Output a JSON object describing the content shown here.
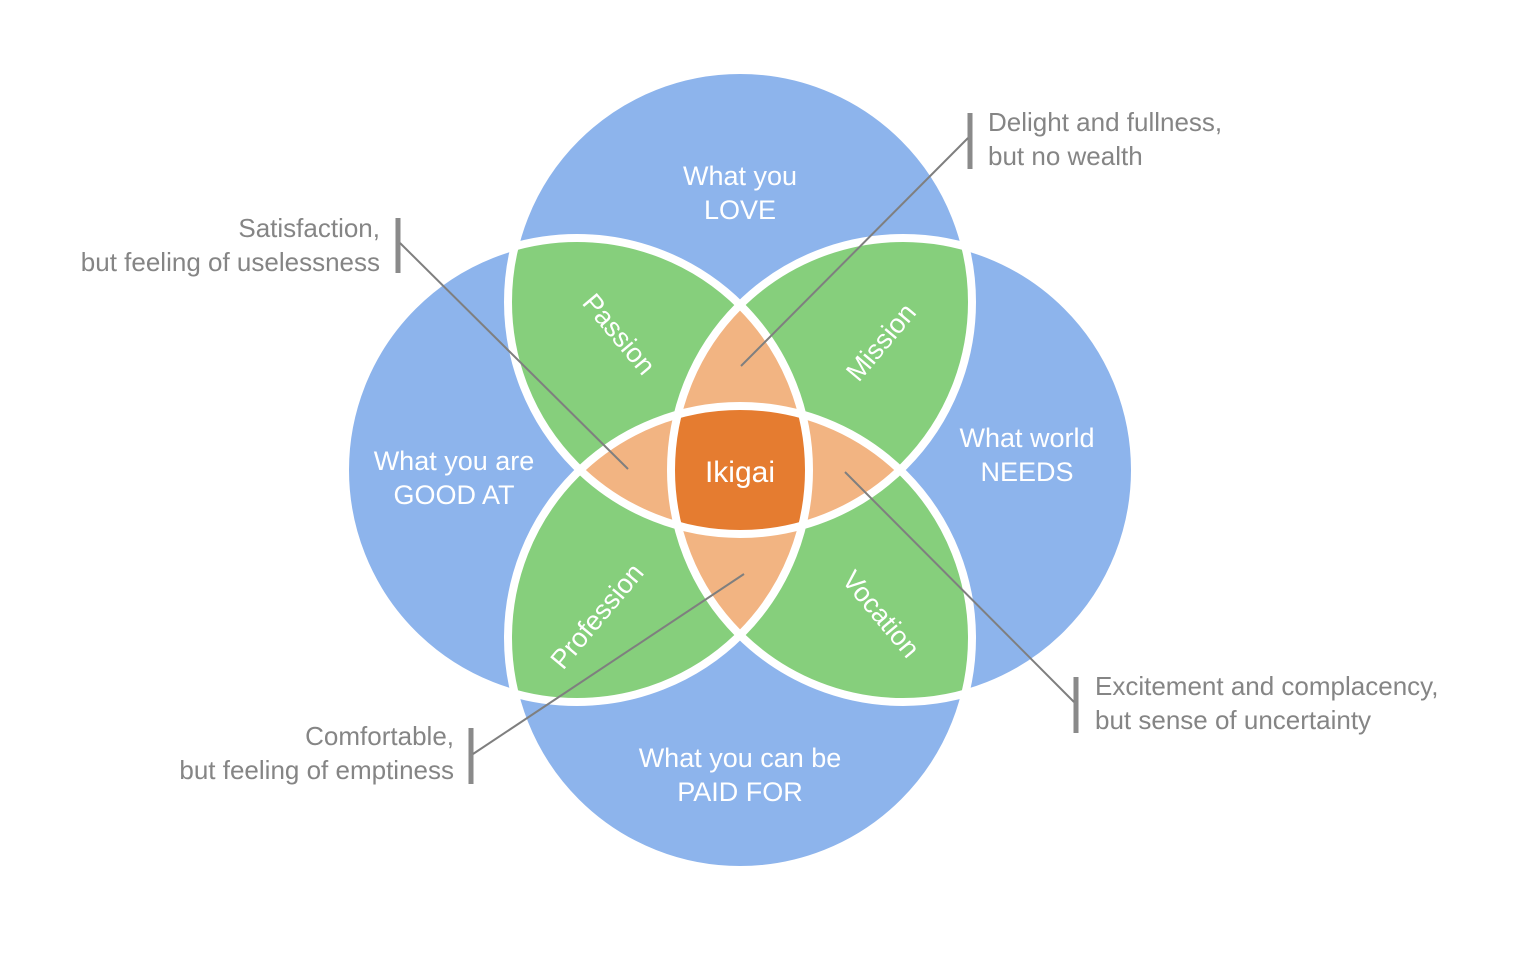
{
  "title": "Ikigai",
  "colors": {
    "circle": "#8db4ec",
    "pair": "#86cf7c",
    "triple": "#f2b482",
    "center": "#e57c30",
    "outline": "#ffffff",
    "annotation_text": "#858585",
    "leader": "#7f7f7f"
  },
  "circles": [
    {
      "id": "top",
      "line1": "What you",
      "line2": "LOVE"
    },
    {
      "id": "left",
      "line1": "What you are",
      "line2": "GOOD AT"
    },
    {
      "id": "right",
      "line1": "What world",
      "line2": "NEEDS"
    },
    {
      "id": "bottom",
      "line1": "What you can be",
      "line2": "PAID FOR"
    }
  ],
  "petals": {
    "passion": "Passion",
    "mission": "Mission",
    "profession": "Profession",
    "vocation": "Vocation"
  },
  "center": "Ikigai",
  "annotations": {
    "satisfaction": {
      "line1": "Satisfaction,",
      "line2": "but feeling of uselessness"
    },
    "delight": {
      "line1": "Delight and fullness,",
      "line2": "but no wealth"
    },
    "excitement": {
      "line1": "Excitement and complacency,",
      "line2": "but sense of uncertainty"
    },
    "comfortable": {
      "line1": "Comfortable,",
      "line2": "but feeling of emptiness"
    }
  }
}
